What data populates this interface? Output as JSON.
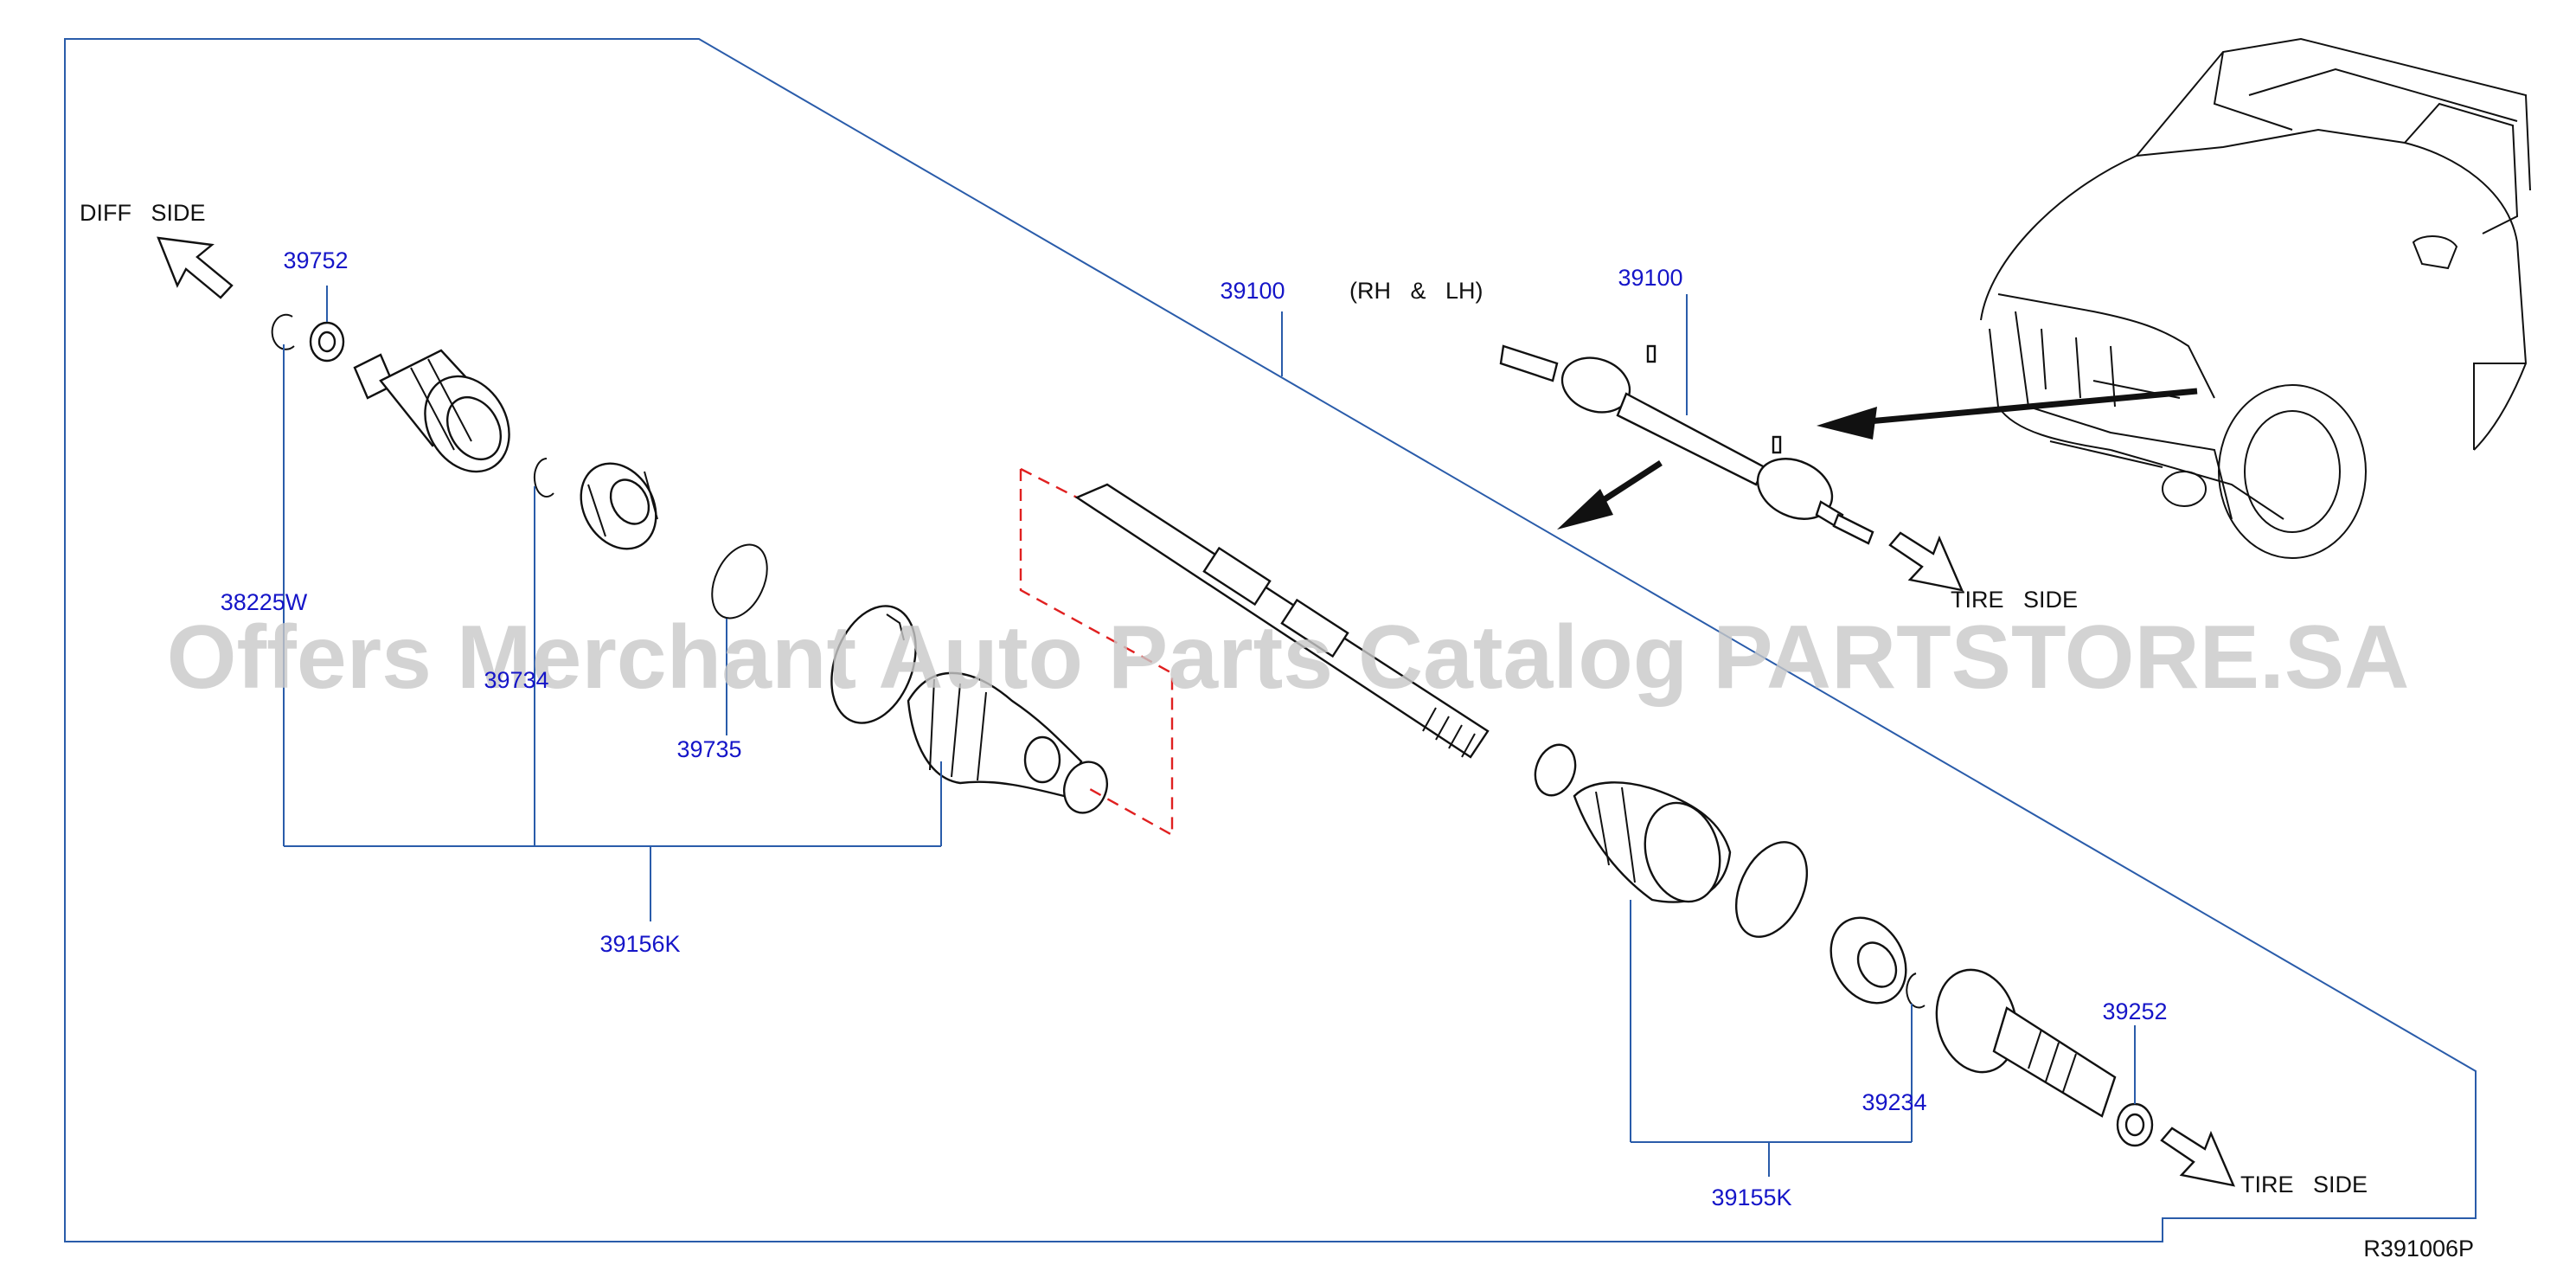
{
  "diagram": {
    "labels": {
      "diff_side": "DIFF   SIDE",
      "tire_side_upper": "TIRE   SIDE",
      "tire_side_lower": "TIRE   SIDE",
      "rh_lh": "(RH   &   LH)",
      "ref_code": "R391006P"
    },
    "part_numbers": {
      "p39100_main": "39100",
      "p39100_assy": "39100",
      "p39752": "39752",
      "p38225w": "38225W",
      "p39734": "39734",
      "p39735": "39735",
      "p39156k": "39156K",
      "p39252": "39252",
      "p39234": "39234",
      "p39155k": "39155K"
    },
    "watermark": "Offers Merchant Auto Parts Catalog PARTSTORE.SA",
    "colors": {
      "part_number_text": "#1515c8",
      "leader_lines": "#2a5caa",
      "dashed_bracket": "#e02020",
      "linework": "#111111"
    }
  }
}
